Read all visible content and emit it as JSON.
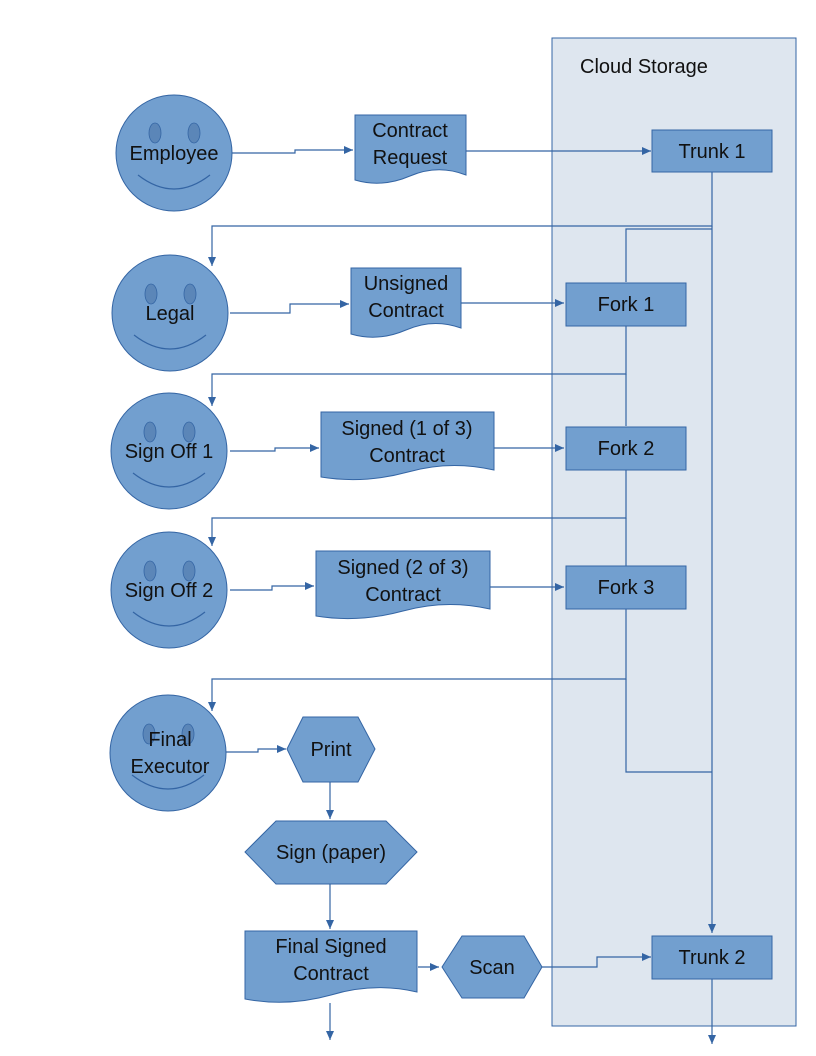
{
  "colors": {
    "shape_fill": "#729fcf",
    "shape_stroke": "#3465a4",
    "connector": "#3465a4",
    "cloud_fill": "#dee6ef",
    "eye_fill": "#5b86b8"
  },
  "cloud": {
    "title": "Cloud Storage"
  },
  "actors": {
    "employee": "Employee",
    "legal": "Legal",
    "sign_off_1": "Sign Off 1",
    "sign_off_2": "Sign Off 2",
    "final_executor_line1": "Final",
    "final_executor_line2": "Executor"
  },
  "documents": {
    "contract_request_line1": "Contract",
    "contract_request_line2": "Request",
    "unsigned_line1": "Unsigned",
    "unsigned_line2": "Contract",
    "signed_1_line1": "Signed (1 of 3)",
    "signed_1_line2": "Contract",
    "signed_2_line1": "Signed (2 of 3)",
    "signed_2_line2": "Contract",
    "final_signed_line1": "Final Signed",
    "final_signed_line2": "Contract"
  },
  "steps": {
    "print": "Print",
    "sign_paper": "Sign (paper)",
    "scan": "Scan"
  },
  "storage_nodes": {
    "trunk_1": "Trunk 1",
    "fork_1": "Fork 1",
    "fork_2": "Fork 2",
    "fork_3": "Fork 3",
    "trunk_2": "Trunk 2"
  }
}
